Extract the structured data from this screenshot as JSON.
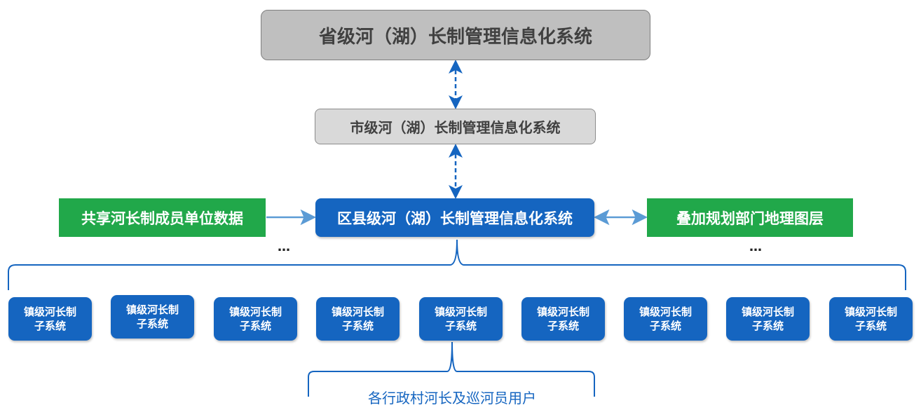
{
  "province_system": "省级河（湖）长制管理信息化系统",
  "city_system": "市级河（湖）长制管理信息化系统",
  "county_system": "区县级河（湖）长制管理信息化系统",
  "shared_data": "共享河长制成员单位数据",
  "planning_layer": "叠加规划部门地理图层",
  "ellipsis": "…",
  "town_line1": "镇级河长制",
  "town_line2": "子系统",
  "village_users": "各行政村河长及巡河员用户",
  "colors": {
    "blue": "#1565c0",
    "green": "#21a84a",
    "gray_dark": "#bfbfbf",
    "gray_light": "#d9d9d9",
    "arrow": "#5b9bd5"
  }
}
